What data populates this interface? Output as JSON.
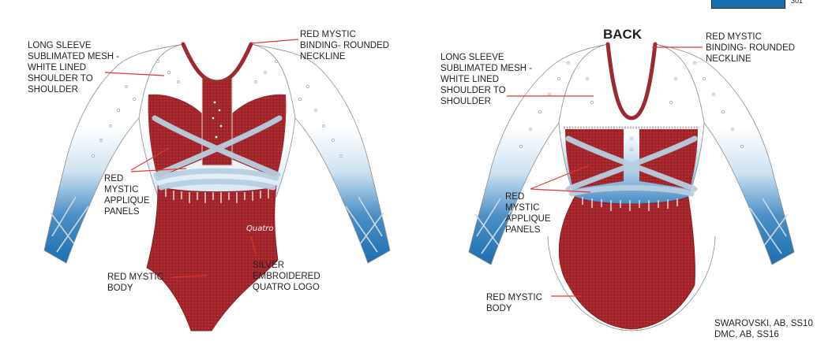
{
  "corner": {
    "page_number": "301"
  },
  "front": {
    "labels": {
      "sleeve": [
        "LONG SLEEVE",
        "SUBLIMATED MESH -",
        "WHITE LINED",
        "SHOULDER TO",
        "SHOULDER"
      ],
      "binding": [
        "RED MYSTIC",
        "BINDING- ROUNDED",
        "NECKLINE"
      ],
      "applique": [
        "RED",
        "MYSTIC",
        "APPLIQUE",
        "PANELS"
      ],
      "body": [
        "RED MYSTIC",
        "BODY"
      ],
      "logo": [
        "SILVER",
        "EMBROIDERED",
        "QUATRO LOGO"
      ]
    },
    "logo_text": "Quatro"
  },
  "back": {
    "title": "BACK",
    "labels": {
      "sleeve": [
        "LONG SLEEVE",
        "SUBLIMATED MESH -",
        "WHITE LINED",
        "SHOULDER TO",
        "SHOULDER"
      ],
      "binding": [
        "RED MYSTIC",
        "BINDING- ROUNDED",
        "NECKLINE"
      ],
      "applique": [
        "RED",
        "MYSTIC",
        "APPLIQUE",
        "PANELS"
      ],
      "body": [
        "RED MYSTIC",
        "BODY"
      ]
    }
  },
  "crystals": [
    "SWAROVSKI, AB, SS10",
    "DMC, AB, SS16"
  ],
  "colors": {
    "red_fabric": "#a3262c",
    "red_dark": "#7e1a1f",
    "sleeve_blue": "#1b6fb0",
    "sleeve_light": "#cfe3f2",
    "binding_red": "#9c2a30",
    "leader_line": "#e2372a",
    "trim_silver": "#b9cfdf"
  }
}
